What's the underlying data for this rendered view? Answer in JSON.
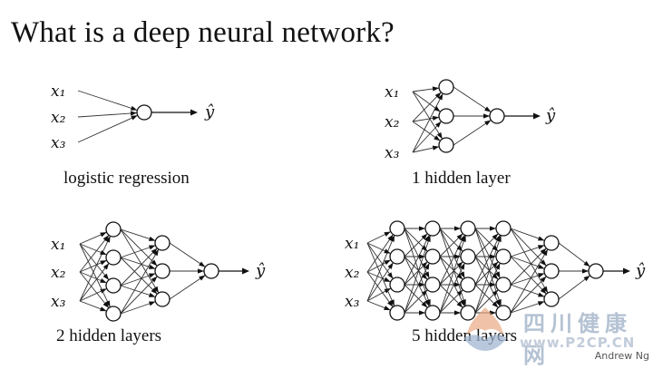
{
  "title": "What is a deep neural network?",
  "input_labels": [
    "x₁",
    "x₂",
    "x₃"
  ],
  "output_label": "ŷ",
  "networks": [
    {
      "caption": "logistic regression",
      "layers": [
        1
      ]
    },
    {
      "caption": "1 hidden layer",
      "layers": [
        3,
        1
      ]
    },
    {
      "caption": "2 hidden layers",
      "layers": [
        4,
        3,
        1
      ]
    },
    {
      "caption": "5 hidden layers",
      "layers": [
        4,
        4,
        4,
        4,
        3,
        1
      ]
    }
  ],
  "credit": "Andrew Ng",
  "watermark": {
    "text": "四川健康网",
    "url": "www.P2CP.CN"
  }
}
